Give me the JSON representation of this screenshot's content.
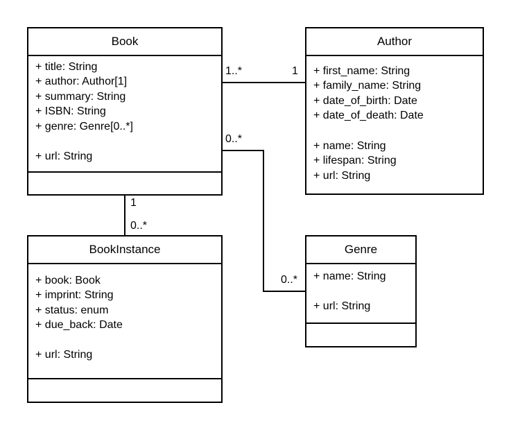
{
  "classes": {
    "book": {
      "name": "Book",
      "attributes": [
        "+ title: String",
        "+ author: Author[1]",
        "+ summary: String",
        "+ ISBN: String",
        "+ genre: Genre[0..*]",
        "",
        "+ url: String"
      ]
    },
    "author": {
      "name": "Author",
      "attributes": [
        "+ first_name: String",
        "+ family_name: String",
        "+ date_of_birth: Date",
        "+ date_of_death: Date",
        "",
        "+ name: String",
        "+ lifespan: String",
        "+ url: String"
      ]
    },
    "bookinstance": {
      "name": "BookInstance",
      "attributes": [
        "+ book: Book",
        "+ imprint: String",
        "+ status: enum",
        "+ due_back: Date",
        "",
        "+ url: String"
      ]
    },
    "genre": {
      "name": "Genre",
      "attributes": [
        "+ name: String",
        "",
        "+ url: String"
      ]
    }
  },
  "associations": {
    "book_author": {
      "book_end": "1..*",
      "author_end": "1"
    },
    "book_genre": {
      "book_end": "0..*",
      "genre_end": "0..*"
    },
    "book_instance": {
      "book_end": "1",
      "instance_end": "0..*"
    }
  }
}
